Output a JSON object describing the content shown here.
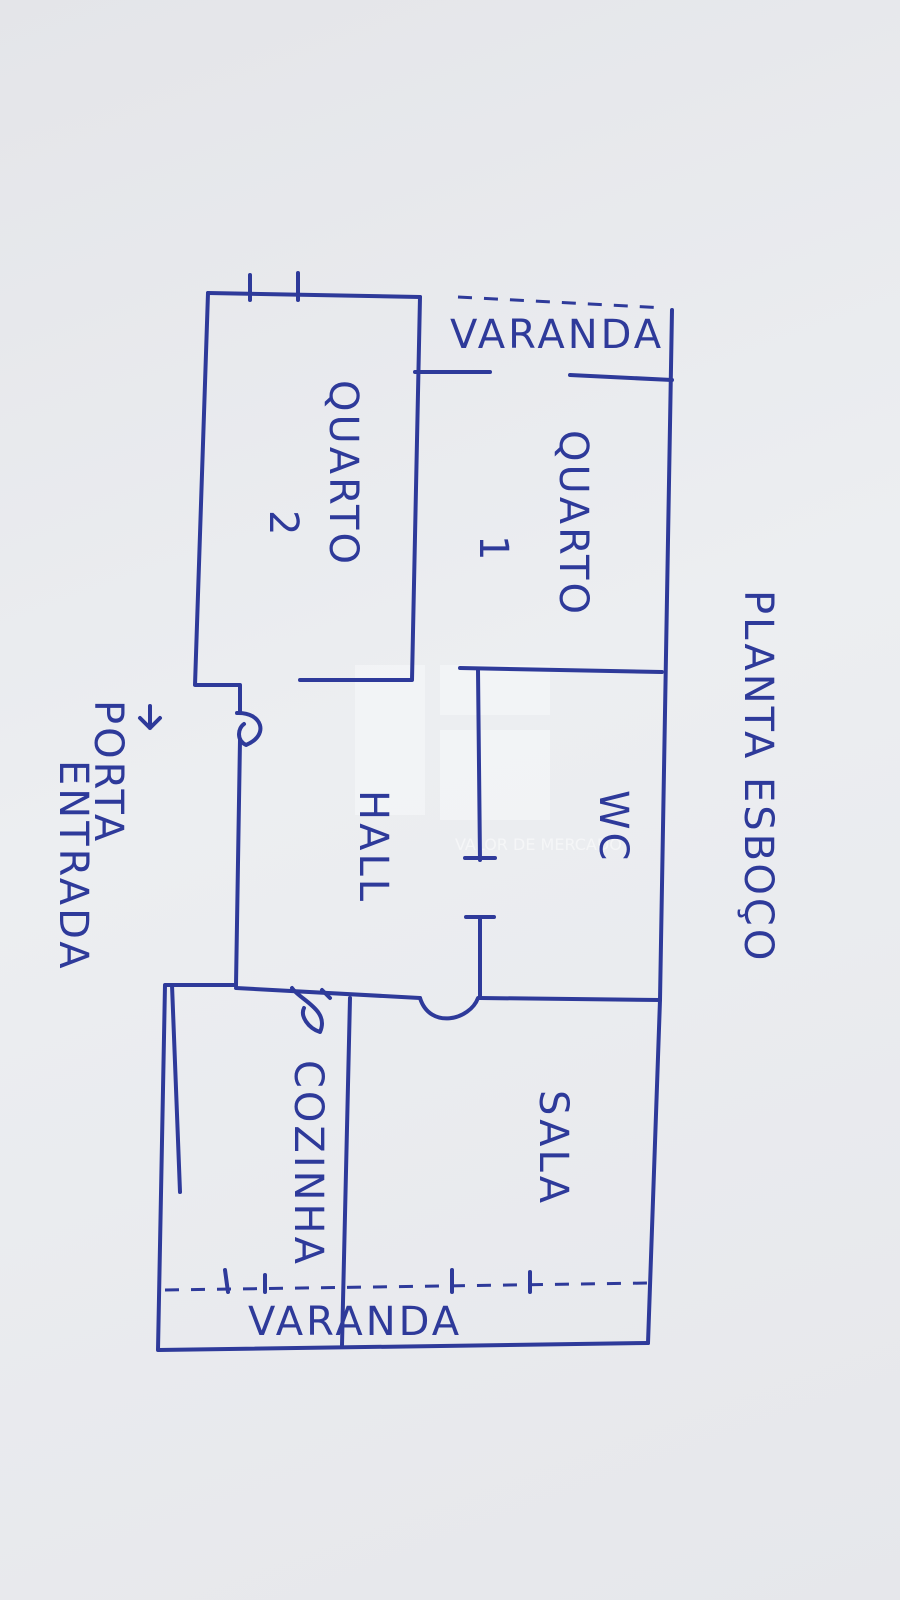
{
  "sheet": {
    "title": "PLANTA ESBOÇO",
    "entrance": {
      "line1": "PORTA",
      "line2": "ENTRADA"
    }
  },
  "rooms": {
    "varanda_top": "VARANDA",
    "quarto_2": {
      "name": "QUARTO",
      "number": "2"
    },
    "quarto_1": {
      "name": "QUARTO",
      "number": "1"
    },
    "hall": "HALL",
    "wc": "WC",
    "cozinha": "COZINHA",
    "sala": "SALA",
    "varanda_bottom": "VARANDA"
  },
  "watermark": {
    "text": "VALOR DE MERCADO"
  },
  "colors": {
    "ink": "#2e3a9a",
    "paper": "#e8e9ed"
  }
}
